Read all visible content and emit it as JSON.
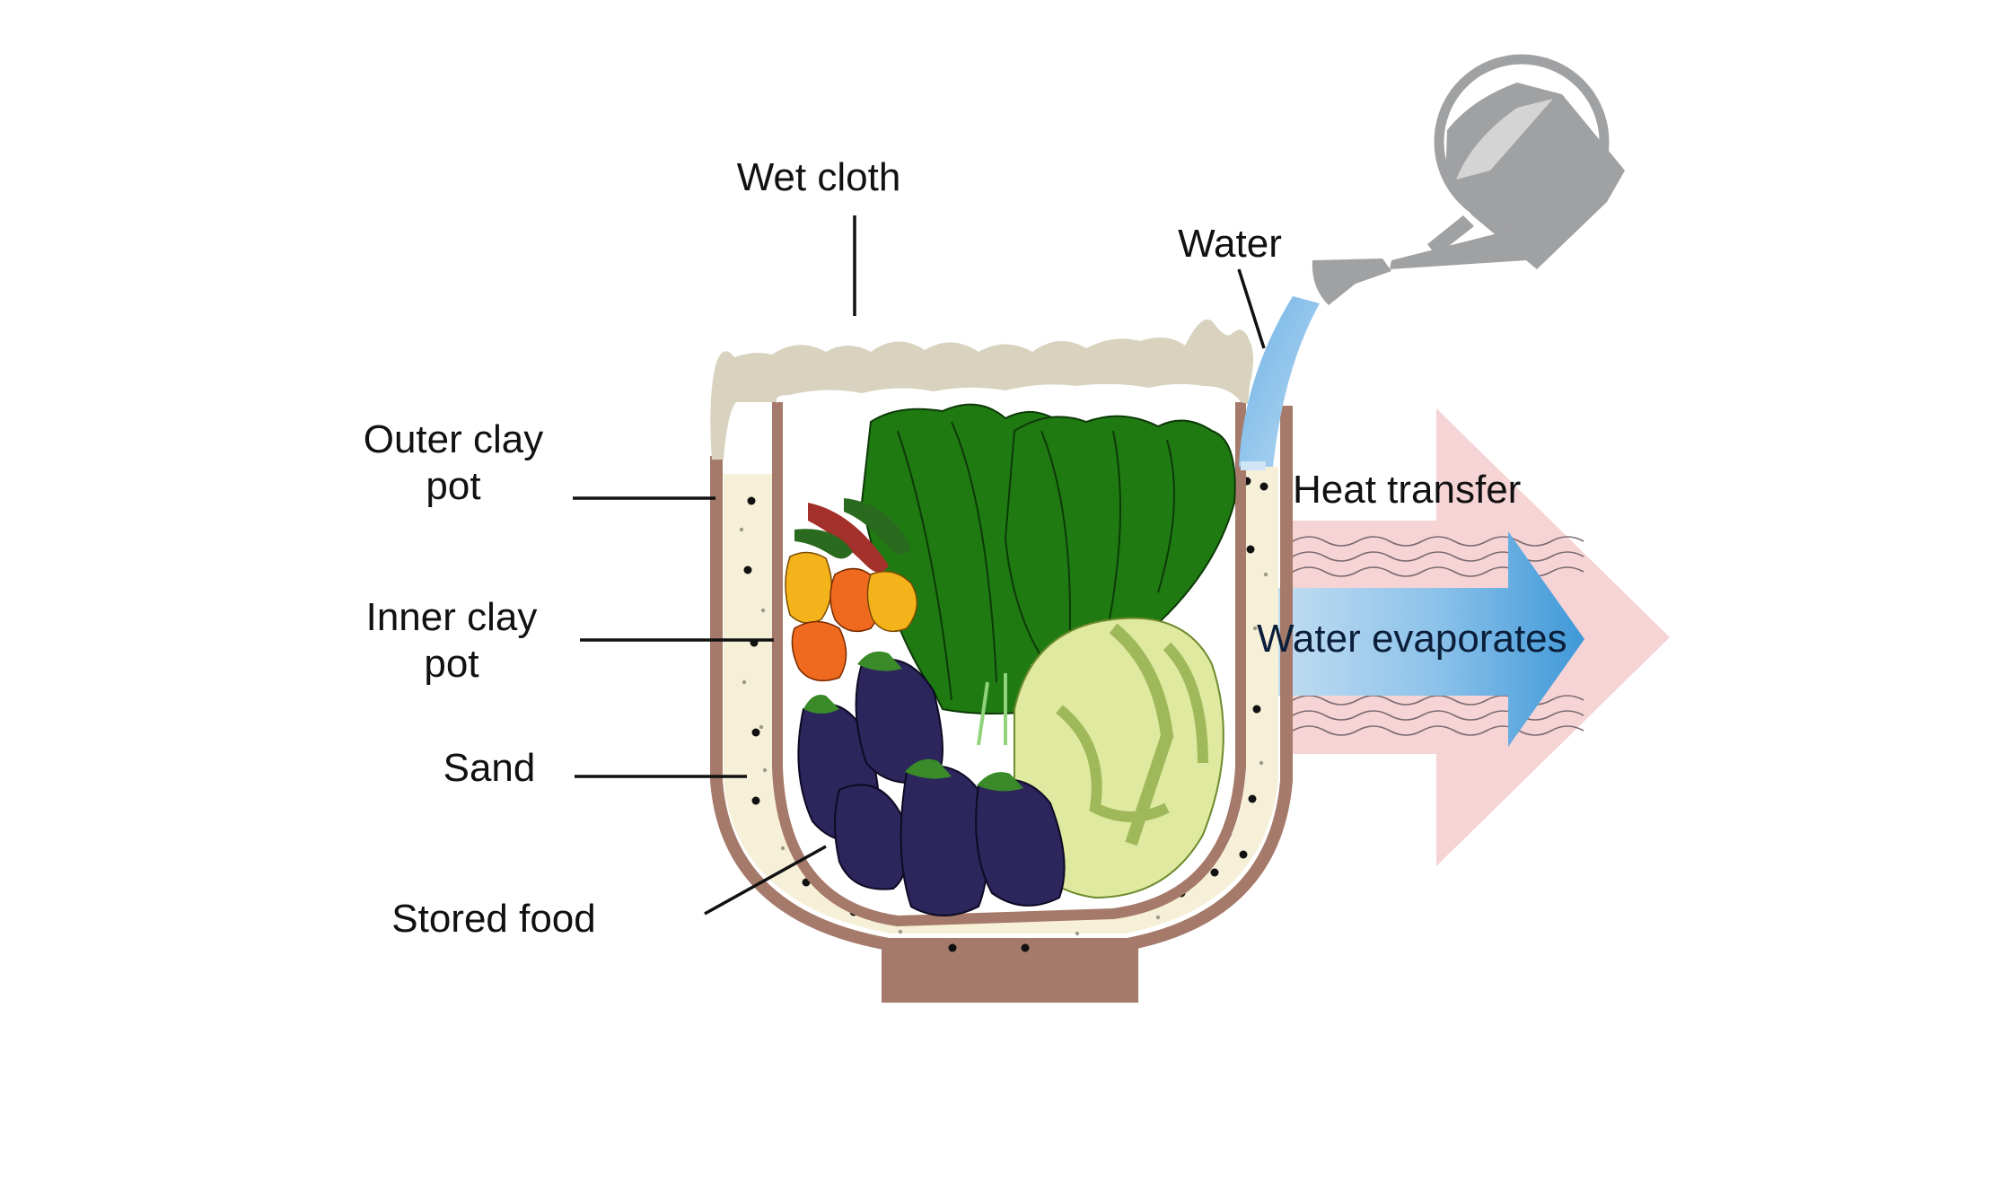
{
  "labels": {
    "wet_cloth": "Wet cloth",
    "water": "Water",
    "outer_clay_pot_line1": "Outer clay",
    "outer_clay_pot_line2": "pot",
    "inner_clay_pot_line1": "Inner clay",
    "inner_clay_pot_line2": "pot",
    "sand": "Sand",
    "stored_food": "Stored food",
    "heat_transfer": "Heat transfer",
    "water_evaporates": "Water evaporates"
  },
  "colors": {
    "clay": "#a57a6a",
    "sand": "#f7f0d8",
    "cloth": "#d8d2bf",
    "heat_arrow": "#f6d4d6",
    "evaporation_arrow_light": "#c6dff1",
    "evaporation_arrow_dark": "#4a9fd9",
    "water_stream": "#8fc3e8",
    "watering_can": "#a0a1a3",
    "eggplant": "#2c265c",
    "leafy_greens": "#1f7a12",
    "cabbage": "#dfe99f",
    "pepper_orange": "#ef6a1e",
    "pepper_yellow": "#f4b31b",
    "chili_red": "#a3302a"
  },
  "icons": [
    "watering-can-icon",
    "eggplant-icon",
    "leafy-greens-icon",
    "cabbage-icon",
    "pepper-icon",
    "chili-icon"
  ]
}
